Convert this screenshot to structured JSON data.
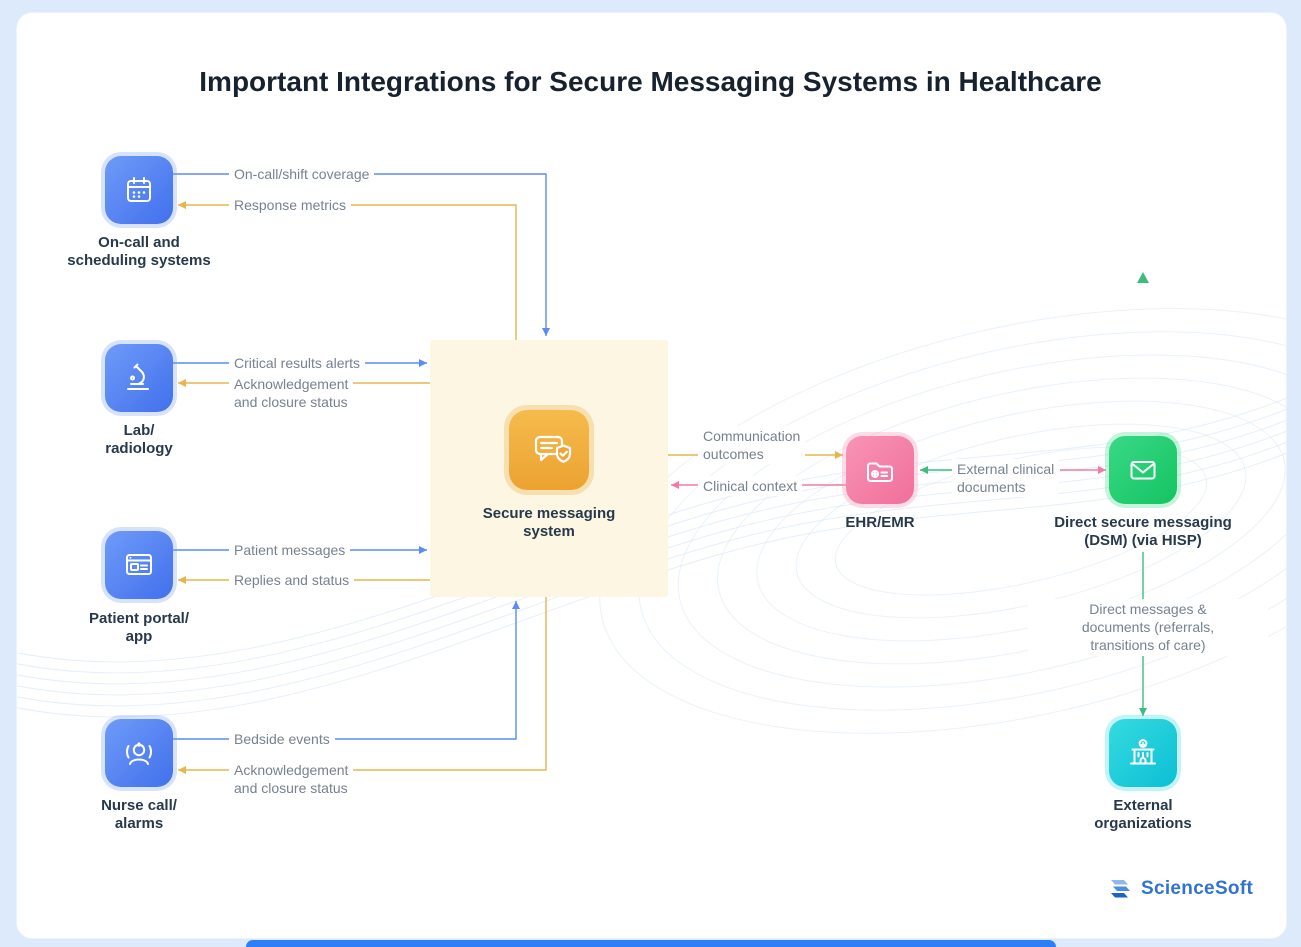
{
  "title": "Important Integrations for Secure Messaging Systems in Healthcare",
  "nodes": {
    "oncall": {
      "label": "On-call and\nscheduling systems",
      "icon": "calendar-icon"
    },
    "lab": {
      "label": "Lab/\nradiology",
      "icon": "microscope-icon"
    },
    "portal": {
      "label": "Patient portal/\napp",
      "icon": "browser-icon"
    },
    "nurse": {
      "label": "Nurse call/\nalarms",
      "icon": "nurse-icon"
    },
    "secure": {
      "label": "Secure messaging\nsystem",
      "icon": "chat-shield-icon"
    },
    "ehr": {
      "label": "EHR/EMR",
      "icon": "ehr-folder-icon"
    },
    "dsm": {
      "label": "Direct secure messaging\n(DSM) (via HISP)",
      "icon": "envelope-icon"
    },
    "external": {
      "label": "External\norganizations",
      "icon": "hospital-icon"
    }
  },
  "edges": {
    "oncall_out": {
      "label": "On-call/shift coverage",
      "color": "#5c8bf5"
    },
    "oncall_in": {
      "label": "Response metrics",
      "color": "#e6b54c"
    },
    "lab_out": {
      "label": "Critical results alerts",
      "color": "#5c8bf5"
    },
    "lab_in": {
      "label": "Acknowledgement\nand closure status",
      "color": "#e6b54c"
    },
    "portal_out": {
      "label": "Patient messages",
      "color": "#5c8bf5"
    },
    "portal_in": {
      "label": "Replies and status",
      "color": "#e6b54c"
    },
    "nurse_out": {
      "label": "Bedside events",
      "color": "#5c8bf5"
    },
    "nurse_in": {
      "label": "Acknowledgement\nand closure status",
      "color": "#e6b54c"
    },
    "comm_outcomes": {
      "label": "Communication\noutcomes",
      "color": "#e6b54c"
    },
    "clinical_context": {
      "label": "Clinical context",
      "color": "#f07ca0"
    },
    "external_docs": {
      "label": "External clinical\ndocuments",
      "colors": [
        "#3dbd7d",
        "#f07ca0"
      ]
    },
    "direct_messages": {
      "label": "Direct messages &\ndocuments (referrals,\ntransitions of care)",
      "color": "#3dbd7d"
    }
  },
  "colors": {
    "background": "#dceafb",
    "card": "#ffffff",
    "center_box": "#fcf6e3",
    "node_blue": "#4d79ef",
    "node_orange": "#f0a93a",
    "node_pink": "#f2729c",
    "node_green": "#17c464",
    "node_teal": "#0cc0d4",
    "arrow_blue": "#5c8bf5",
    "arrow_yellow": "#e6b54c",
    "arrow_pink": "#f07ca0",
    "arrow_green": "#3dbd7d",
    "footer_bar": "#2d7ef7",
    "logo_blue": "#3173d4"
  },
  "logo": {
    "part1": "Science",
    "part2": "Soft"
  }
}
